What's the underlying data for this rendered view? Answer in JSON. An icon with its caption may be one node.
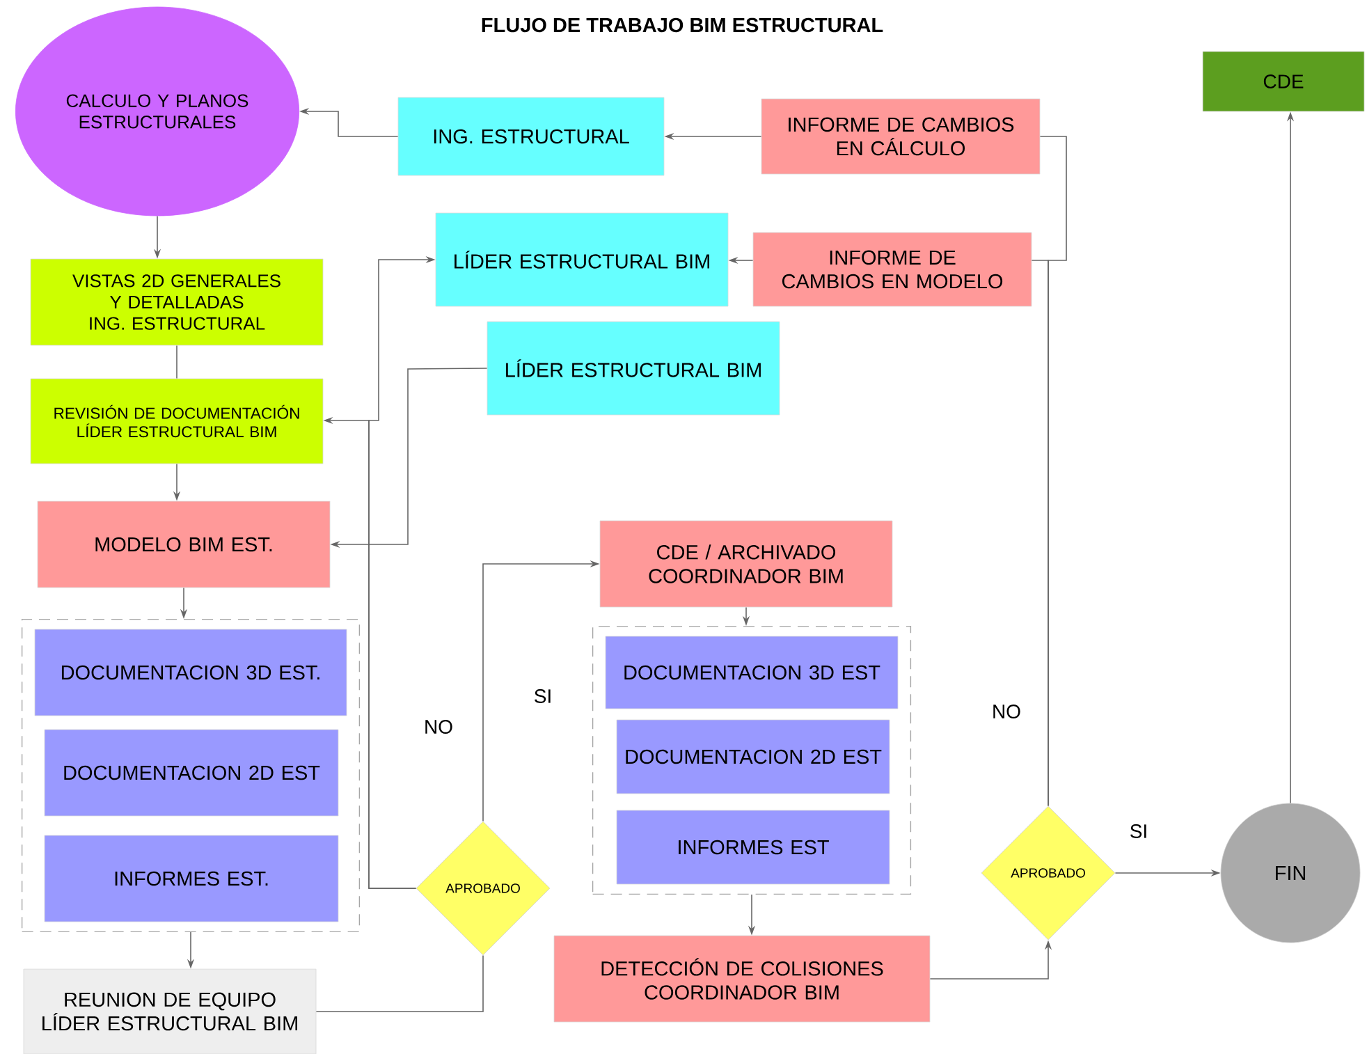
{
  "diagram": {
    "title": "FLUJO DE TRABAJO BIM ESTRUCTURAL",
    "nodes": [
      {
        "text": [
          "CALCULO Y PLANOS ESTRUCTURALES"
        ]
      },
      {
        "text": [
          "ING. ESTRUCTURAL"
        ]
      },
      {
        "text": [
          "INFORME DE CAMBIOS EN CÁLCULO"
        ]
      },
      {
        "text": [
          "CDE"
        ]
      },
      {
        "text": [
          "VISTAS 2D GENERALES Y DETALLADAS ING. ESTRUCTURAL"
        ]
      },
      {
        "text": [
          "LÍDER ESTRUCTURAL BIM"
        ]
      },
      {
        "text": [
          "INFORME DE CAMBIOS EN MODELO"
        ]
      },
      {
        "text": [
          "LÍDER ESTRUCTURAL BIM"
        ]
      },
      {
        "text": [
          "REVISIÓN DE DOCUMENTACIÓN LÍDER ESTRUCTURAL BIM"
        ]
      },
      {
        "text": [
          "MODELO BIM EST."
        ]
      },
      {
        "text": [],
        "shape": "box"
      },
      {
        "text": [
          "DOCUMENTACION 3D EST."
        ],
        "in": 10
      },
      {
        "text": [
          "DOCUMENTACION 2D EST"
        ],
        "in": 10
      },
      {
        "text": [
          "INFORMES EST."
        ],
        "in": 10
      },
      {
        "text": [
          "REUNION DE EQUIPO LÍDER ESTRUCTURAL BIM"
        ]
      },
      {
        "text": [
          "APROBADO"
        ]
      },
      {
        "text": [
          "CDE / ARCHIVADO COORDINADOR BIM"
        ]
      },
      {
        "text": [],
        "shape": "box"
      },
      {
        "text": [
          "DOCUMENTACION 3D EST"
        ],
        "in": 17
      },
      {
        "text": [
          "DOCUMENTACION 2D EST"
        ],
        "in": 17
      },
      {
        "text": [
          "INFORMES EST"
        ],
        "in": 17
      },
      {
        "text": [
          "DETECCIÓN DE COLISIONES COORDINADOR BIM"
        ]
      },
      {
        "text": [
          "APROBADO"
        ]
      },
      {
        "text": [
          "FIN"
        ]
      }
    ],
    "edges": [
      {
        "from": 1,
        "to": 0,
        "arrow": "to"
      },
      {
        "from": 2,
        "to": 1,
        "arrow": "to"
      },
      {
        "from": 0,
        "to": 4,
        "arrow": "to"
      },
      {
        "from": 4,
        "to": 8,
        "arrow": "none"
      },
      {
        "from": 8,
        "to": 9,
        "arrow": "to"
      },
      {
        "from": 6,
        "to": 5,
        "arrow": "to"
      },
      {
        "from": 22,
        "to": 6,
        "arrow": "none"
      },
      {
        "from": 22,
        "to": 2,
        "arrow": "none",
        "label": "NO"
      },
      {
        "from": 15,
        "to": 8,
        "arrow": "to",
        "label": "NO"
      },
      {
        "from": 15,
        "to": 5,
        "arrow": "to"
      },
      {
        "from": 7,
        "to": 9,
        "arrow": "to"
      },
      {
        "from": 9,
        "to": 10,
        "arrow": "to"
      },
      {
        "from": 10,
        "to": 14,
        "arrow": "to"
      },
      {
        "from": 14,
        "to": 15,
        "arrow": "none"
      },
      {
        "from": 15,
        "to": 16,
        "arrow": "to",
        "label": "SI"
      },
      {
        "from": 16,
        "to": 17,
        "arrow": "to"
      },
      {
        "from": 17,
        "to": 21,
        "arrow": "to"
      },
      {
        "from": 21,
        "to": 22,
        "arrow": "to"
      },
      {
        "from": 22,
        "to": 23,
        "arrow": "to",
        "label": "SI"
      },
      {
        "from": 23,
        "to": 3,
        "arrow": "to"
      }
    ]
  }
}
